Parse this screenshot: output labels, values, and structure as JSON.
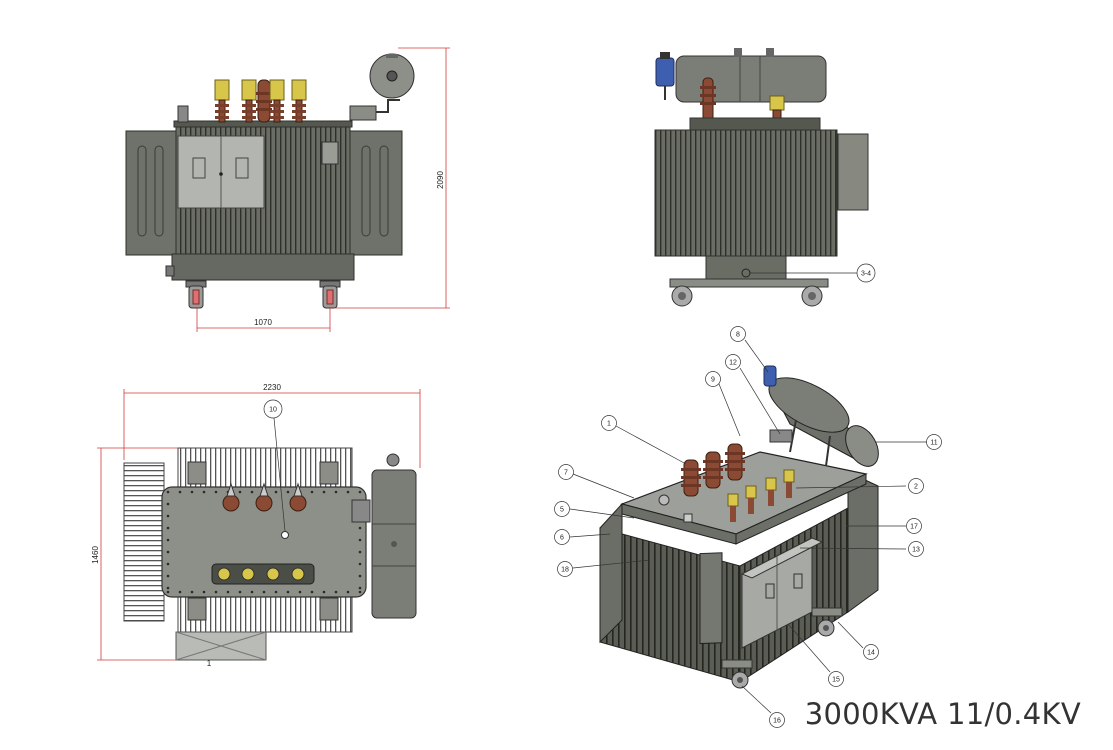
{
  "title": "3000KVA 11/0.4KV",
  "views": {
    "front": {
      "height_dim": "2090",
      "width_dim": "1070"
    },
    "side": {
      "callout": "3-4"
    },
    "top": {
      "width_dim": "2230",
      "depth_dim": "1460",
      "callout": "10",
      "bottom_mark": "1"
    },
    "iso": {
      "callouts": [
        "1",
        "2",
        "5",
        "6",
        "7",
        "8",
        "9",
        "11",
        "12",
        "13",
        "14",
        "15",
        "16",
        "17",
        "18"
      ]
    }
  },
  "colors": {
    "tank": "#6d7066",
    "tank_dark": "#4a4c45",
    "fin": "#5c5f57",
    "cover_light": "#a7aaa4",
    "bushing_brown": "#8a4a33",
    "bushing_yellow": "#d9c84a",
    "conservator": "#7b7e77",
    "dimension_red": "#d23a3a",
    "silica_blue": "#3e5fb0"
  }
}
